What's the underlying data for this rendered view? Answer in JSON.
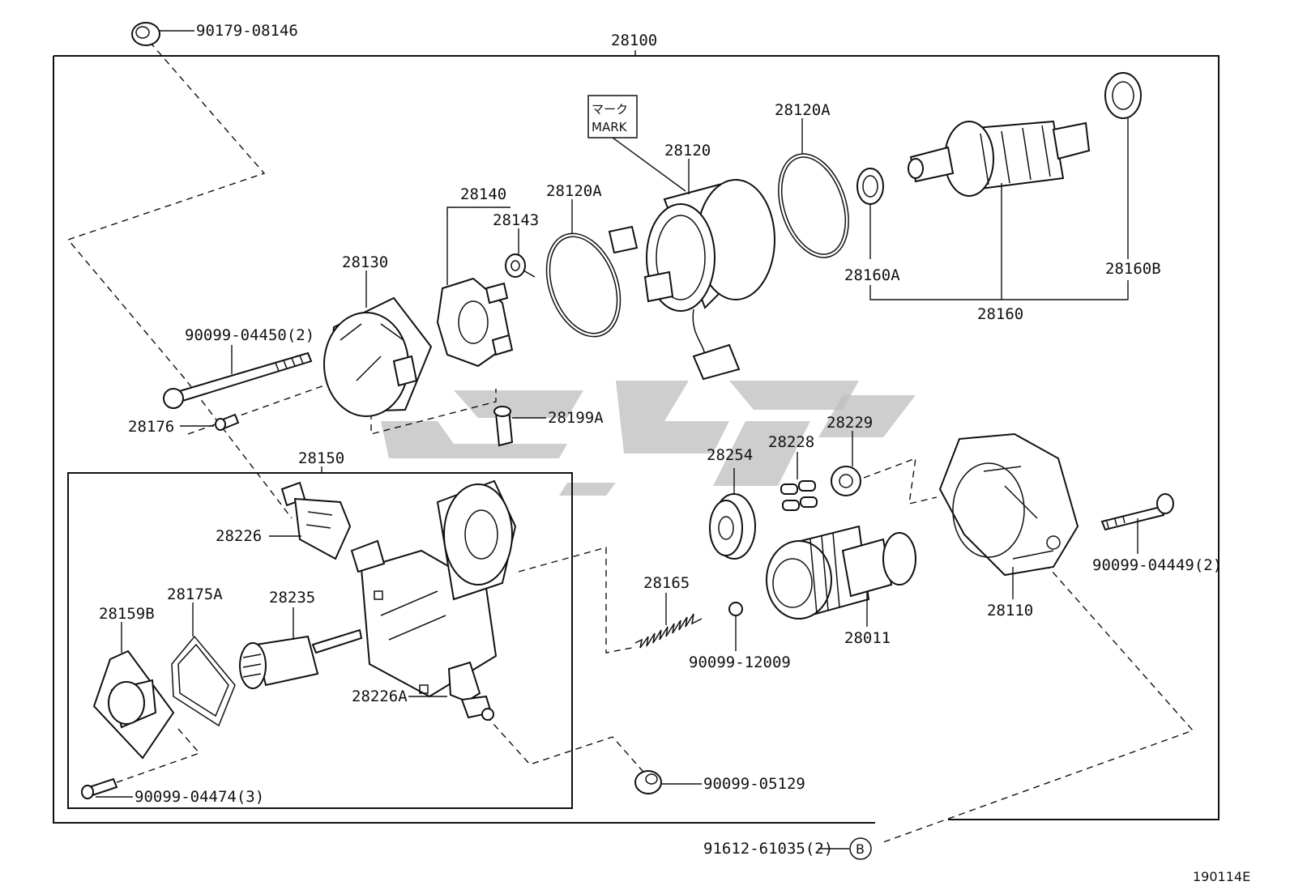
{
  "labels": {
    "assembly": "28100",
    "p90179": "90179-08146",
    "p28120A_top": "28120A",
    "p28120": "28120",
    "mark_jp": "マーク",
    "mark_en": "MARK",
    "p28140": "28140",
    "p28143": "28143",
    "p28120A_mid": "28120A",
    "p28130": "28130",
    "p28160A": "28160A",
    "p28160B": "28160B",
    "p28160": "28160",
    "p90099_04450": "90099-04450(2)",
    "p28176": "28176",
    "p28199A": "28199A",
    "p28150": "28150",
    "p28254": "28254",
    "p28228": "28228",
    "p28229": "28229",
    "p28226": "28226",
    "p28165": "28165",
    "p28175A": "28175A",
    "p28235": "28235",
    "p28159B": "28159B",
    "p28226A": "28226A",
    "p90099_12009": "90099-12009",
    "p28011": "28011",
    "p28110": "28110",
    "p90099_04449": "90099-04449(2)",
    "p90099_04474": "90099-04474(3)",
    "p90099_05129": "90099-05129",
    "p91612": "91612-61035(2)",
    "callout_b": "B",
    "diagram_code": "190114E"
  }
}
